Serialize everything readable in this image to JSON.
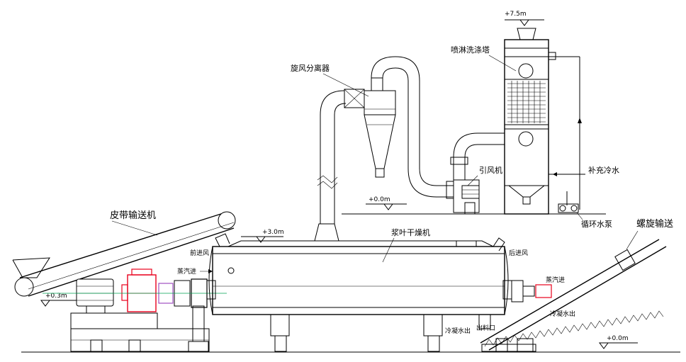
{
  "labels": {
    "cyclone": "旋风分离器",
    "scrubber": "喷淋洗涤塔",
    "fan": "引风机",
    "makeup_water": "补充冷水",
    "circ_pump": "循环水泵",
    "belt": "皮带输送机",
    "screw": "螺旋输送",
    "dryer": "浆叶干燥机",
    "front_air": "前进风",
    "rear_air": "后进风",
    "steam_in_left": "蒸汽进",
    "steam_in_right": "蒸汽进",
    "cooling_water_out": "冷凝水出",
    "cooling_water_out_right": "冷凝水出",
    "outlet": "出料口"
  },
  "levels": {
    "top": "+7.5m",
    "mid": "+3.0m",
    "ground_left": "+0.0m",
    "ground_right": "+0.0m",
    "belt_left": "+0.3m"
  },
  "colors": {
    "line": "#000000",
    "gearbox": "#e8001c",
    "coupling": "#a050c0",
    "axis_green": "#00a050",
    "axis_blue": "#2040ff"
  }
}
